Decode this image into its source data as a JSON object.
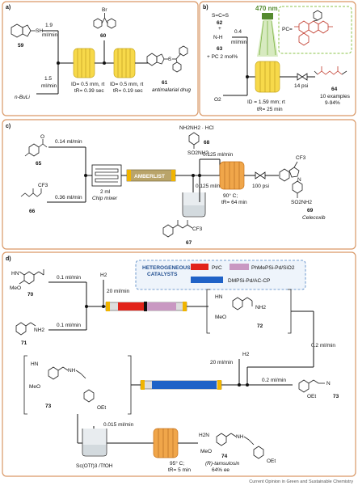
{
  "panel_a": {
    "label": "a)",
    "cmpd_59": "59",
    "cmpd_60": "60",
    "cmpd_61": "61",
    "reagent_nbuli": "n-BuLi",
    "flow_1": "1.9",
    "flow_1_unit": "ml/min",
    "flow_2": "1.5",
    "flow_2_unit": "ml/min",
    "reactor1_id": "ID= 0.5 mm, rt",
    "reactor1_tr": "tR= 0.39 sec",
    "reactor2_id": "ID= 0.5 mm, rt",
    "reactor2_tr": "tR= 0.19 sec",
    "product_desc": "antimalarial drug",
    "atom_sh": "SH",
    "atom_s": "S",
    "atom_n": "N",
    "atom_br": "Br"
  },
  "panel_b": {
    "label": "b)",
    "cs2": "S=C=S",
    "cmpd_62": "62",
    "plus1": "+",
    "amine": "N-H",
    "cmpd_63": "63",
    "pc": "+ PC 2 mol%",
    "flow": "0.4",
    "flow_unit": "ml/min",
    "light": "470 nm",
    "pc_label": "PC=",
    "o2": "O2",
    "reactor_id": "ID = 1.59 mm; rt",
    "reactor_tr": "tR= 25 min",
    "pressure": "14 psi",
    "cmpd_64": "64",
    "examples": "10 examples",
    "yields": "9-94%"
  },
  "panel_c": {
    "label": "c)",
    "cmpd_65": "65",
    "cmpd_66": "66",
    "cmpd_67": "67",
    "cmpd_68": "68",
    "cmpd_69": "69",
    "hydrazine": "NH2NH2 · HCl",
    "so2nh2_68": "SO2NH2",
    "flow_65": "0.14 ml/min",
    "flow_66": "0.36 ml/min",
    "mixer_vol": "2 ml",
    "mixer_label": "Chip mixer",
    "amberlyst": "AMBERLIST",
    "flow_68": "0.125 ml/min",
    "flow_67": "0.125 ml/min",
    "reactor_temp": "90° C;",
    "reactor_tr": "tR= 64 min",
    "pressure": "100 psi",
    "product_name": "Celecoxib",
    "cf3": "CF3",
    "so2nh2_69": "SO2NH2",
    "atom_o": "O",
    "atom_n": "N"
  },
  "panel_d": {
    "label": "d)",
    "cmpd_70": "70",
    "cmpd_71": "71",
    "cmpd_72": "72",
    "cmpd_73a": "73",
    "cmpd_73b": "73",
    "cmpd_74": "74",
    "flow_70": "0.1 ml/min",
    "flow_71": "0.1 ml/min",
    "h2_1": "H2",
    "h2_2": "H2",
    "flow_h2_1": "20 ml/min",
    "flow_h2_2": "20 ml/min",
    "flow_72": "0.2 ml/min",
    "flow_73": "0.2 ml/min",
    "flow_final": "0.015 ml/min",
    "catalyst_title_1": "HETEROGENEOUS",
    "catalyst_title_2": "CATALYSTS",
    "cat_red": "Pt/C",
    "cat_pink": "PhMePSi-Pd/SiO2",
    "cat_blue": "DMPSi-Pd/AC-CP",
    "reactor_temp": "95° C;",
    "reactor_tr": "tR= 5 min",
    "lewis_acid": "Sc(OTf)3 /TfOH",
    "product_name": "(R)-tamsulosin",
    "ee": "64% ee",
    "meo": "MeO",
    "oet": "OEt",
    "nh2": "NH2",
    "hn": "HN",
    "h2n": "H2N",
    "nh": "NH",
    "cn": "N"
  },
  "footer": "Current Opinion in Green and Sustainable Chemistry",
  "colors": {
    "frame": "#d99866",
    "coil_yellow": "#f7d94a",
    "coil_orange": "#f0a64a",
    "cat_red": "#e2231a",
    "cat_pink": "#c998c2",
    "cat_blue": "#1f62c7",
    "light_green": "#8bc34a"
  }
}
